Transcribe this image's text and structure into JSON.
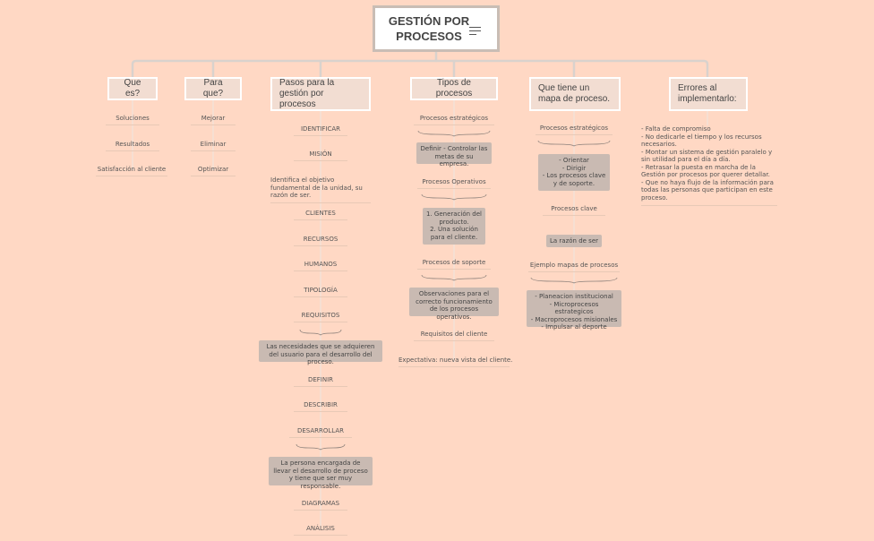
{
  "root": {
    "title": "GESTIÓN POR PROCESOS"
  },
  "que_es": {
    "title": "Que es?",
    "items": [
      "Soluciones",
      "Resultados",
      "Satisfacción al cliente"
    ]
  },
  "para_que": {
    "title": "Para que?",
    "items": [
      "Mejorar",
      "Eliminar",
      "Optimizar"
    ]
  },
  "pasos": {
    "title": "Pasos para la gestión por procesos",
    "identificar": "IDENTIFICAR",
    "mision": "MISIÓN",
    "mision_desc": "Identifica el objetivo fundamental de la unidad, su razón de ser.",
    "clientes": "CLIENTES",
    "recursos": "RECURSOS",
    "humanos": "HUMANOS",
    "tipologia": "TIPOLOGÍA",
    "requisitos": "REQUISITOS",
    "requisitos_desc": "Las necesidades que se adquieren del usuario para el desarrollo del proceso.",
    "definir": "DEFINIR",
    "describir": "DESCRIBIR",
    "desarrollar": "DESARROLLAR",
    "desarrollar_desc": "La persona encargada de llevar el desarrollo de proceso y tiene que ser muy responsable.",
    "diagramas": "DIAGRAMAS",
    "analisis": "ANÁLISIS"
  },
  "tipos": {
    "title": "Tipos de procesos",
    "estrategicos": "Procesos estratégicos",
    "estrategicos_desc": "Definir - Controlar las metas de su empresa.",
    "operativos": "Procesos Operativos",
    "operativos_desc": "1. Generación del producto.\n2. Una solución para el cliente.",
    "soporte": "Procesos de soporte",
    "soporte_desc": "Observaciones para el correcto funcionamiento de los procesos operativos.",
    "requisitos_cliente": "Requisitos del cliente",
    "expectativa": "Expectativa: nueva vista del cliente."
  },
  "mapa": {
    "title": "Que tiene un mapa de proceso.",
    "estrategicos": "Procesos estratégicos",
    "estrategicos_desc": "- Orientar\n- Dirigir\n- Los procesos clave y de soporte.",
    "clave": "Procesos clave",
    "clave_desc": "La razón de ser",
    "ejemplo": "Ejemplo mapas de procesos",
    "ejemplo_desc": "- Planeacion institucional\n- Microprocesos estrategicos\n- Macroprocesos misionales\n- Impulsar al deporte"
  },
  "errores": {
    "title": "Errores al implementarlo:",
    "desc": "- Falta de compromiso\n- No dedicarle el tiempo y los recursos necesarios.\n- Montar un sistema de gestión paralelo y sin utilidad para el día a día.\n- Retrasar la puesta en marcha de la Gestión por procesos por querer detallar.\n- Que no haya flujo de la información para todas las personas que participan en este proceso."
  },
  "colors": {
    "background": "#ffd8c4",
    "connector": "#d9d2cd",
    "box": "#c9bab2"
  }
}
